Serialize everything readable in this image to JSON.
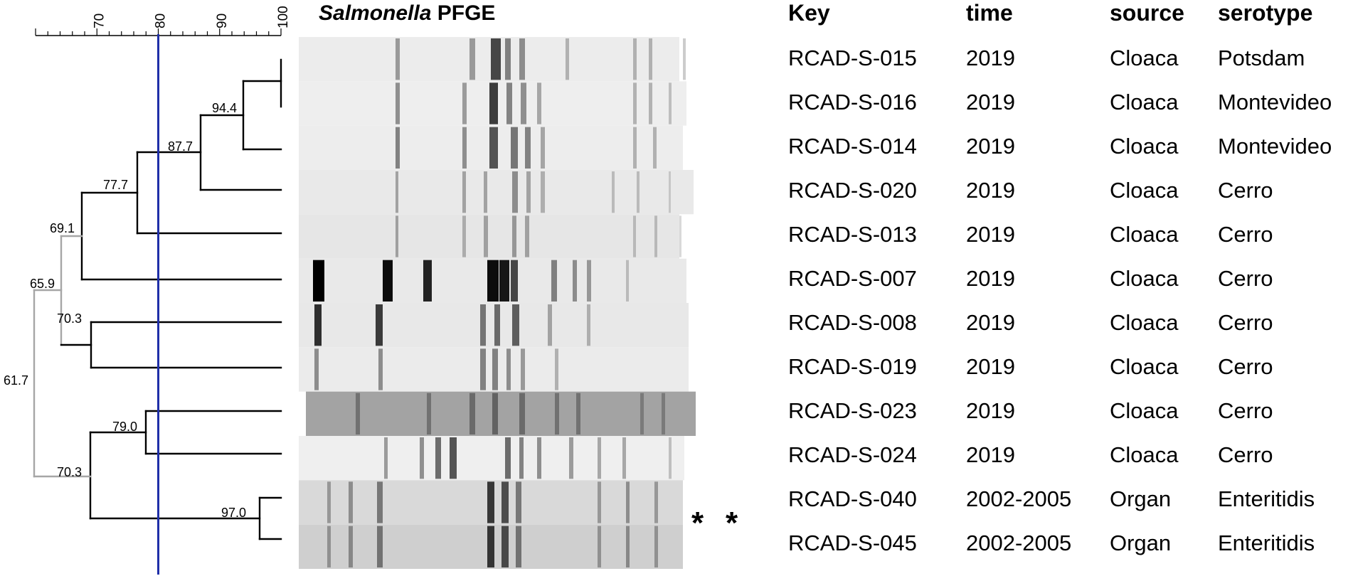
{
  "gel_title": {
    "italic": "Salmonella",
    "rest": " PFGE"
  },
  "headers": {
    "key": "Key",
    "time": "time",
    "source": "source",
    "serotype": "serotype"
  },
  "scale": {
    "ticks": [
      "70",
      "80",
      "90",
      "100"
    ],
    "cutoff": 80,
    "cutoff_color": "#1f2fa8"
  },
  "node_labels": [
    "94.4",
    "87.7",
    "77.7",
    "69.1",
    "65.9",
    "70.3",
    "61.7",
    "79.0",
    "70.3",
    "97.0"
  ],
  "rows": [
    {
      "key": "RCAD-S-015",
      "time": "2019",
      "source": "Cloaca",
      "serotype": "Potsdam"
    },
    {
      "key": "RCAD-S-016",
      "time": "2019",
      "source": "Cloaca",
      "serotype": "Montevideo"
    },
    {
      "key": "RCAD-S-014",
      "time": "2019",
      "source": "Cloaca",
      "serotype": "Montevideo"
    },
    {
      "key": "RCAD-S-020",
      "time": "2019",
      "source": "Cloaca",
      "serotype": "Cerro"
    },
    {
      "key": "RCAD-S-013",
      "time": "2019",
      "source": "Cloaca",
      "serotype": "Cerro"
    },
    {
      "key": "RCAD-S-007",
      "time": "2019",
      "source": "Cloaca",
      "serotype": "Cerro"
    },
    {
      "key": "RCAD-S-008",
      "time": "2019",
      "source": "Cloaca",
      "serotype": "Cerro"
    },
    {
      "key": "RCAD-S-019",
      "time": "2019",
      "source": "Cloaca",
      "serotype": "Cerro"
    },
    {
      "key": "RCAD-S-023",
      "time": "2019",
      "source": "Cloaca",
      "serotype": "Cerro"
    },
    {
      "key": "RCAD-S-024",
      "time": "2019",
      "source": "Cloaca",
      "serotype": "Cerro"
    },
    {
      "key": "RCAD-S-040",
      "time": "2002-2005",
      "source": "Organ",
      "serotype": "Enteritidis"
    },
    {
      "key": "RCAD-S-045",
      "time": "2002-2005",
      "source": "Organ",
      "serotype": "Enteritidis"
    }
  ],
  "gel_marker": "*"
}
